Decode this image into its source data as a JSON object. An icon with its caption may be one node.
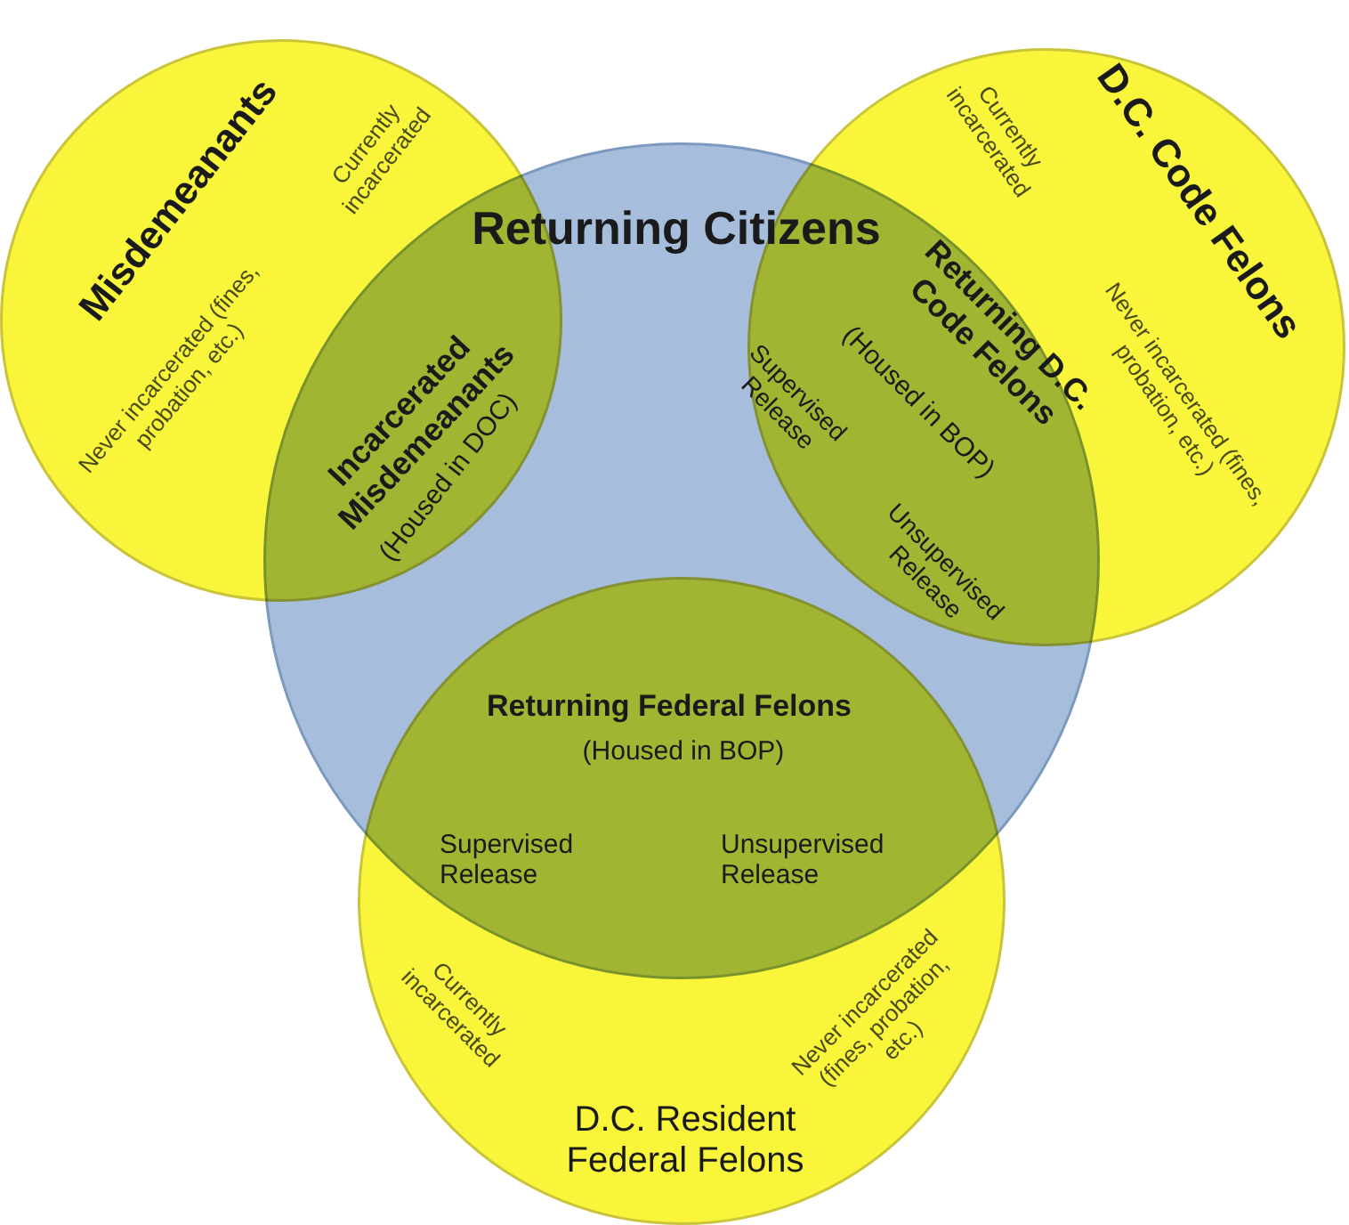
{
  "diagram": {
    "nodes": [
      {
        "text": [
          "Misdemeanants",
          "Currently incarcerated",
          "Never incarcerated (fines, probation, etc.)"
        ]
      },
      {
        "text": [
          "D.C. Code Felons",
          "Currently incarcerated",
          "Never incarcerated (fines, probation, etc.)"
        ]
      },
      {
        "text": [
          "Returning Citizens"
        ]
      },
      {
        "text": [
          "Currently incarcerated",
          "Never incarcerated (fines, probation, etc.)",
          "D.C. Resident Federal Felons"
        ]
      }
    ],
    "labels": [
      "Incarcerated Misdemeanants",
      "(Housed in DOC)",
      "Returning D.C. Code Felons",
      "(Housed in BOP)",
      "Supervised Release",
      "Unsupervised Release",
      "Returning Federal Felons",
      "(Housed in BOP)",
      "Supervised Release",
      "Unsupervised Release"
    ]
  }
}
